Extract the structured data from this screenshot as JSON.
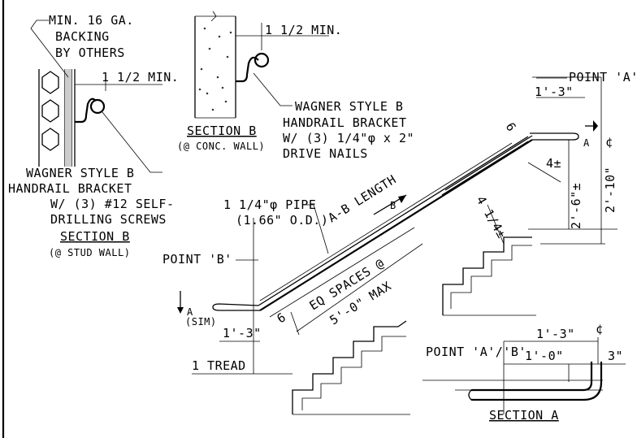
{
  "stud_wall_detail": {
    "backing_line1": "MIN. 16 GA.",
    "backing_line2": "BACKING",
    "backing_line3": "BY OTHERS",
    "clearance": "1 1/2 MIN.",
    "bracket_line1": "WAGNER STYLE B",
    "bracket_line2": "HANDRAIL BRACKET",
    "bracket_line3": "W/ (3) #12 SELF-",
    "bracket_line4": "DRILLING SCREWS",
    "title": "SECTION B",
    "subtitle": "(@ STUD WALL)"
  },
  "concrete_wall_detail": {
    "clearance": "1 1/2 MIN.",
    "bracket_line1": "WAGNER STYLE B",
    "bracket_line2": "HANDRAIL BRACKET",
    "bracket_line3": "W/ (3) 1/4\"φ x 2\"",
    "bracket_line4": "DRIVE NAILS",
    "title": "SECTION B",
    "subtitle": "(@ CONC. WALL)"
  },
  "elevation": {
    "point_a": "POINT 'A'",
    "point_b": "POINT 'B'",
    "ab_length": "A-B LENGTH",
    "pipe_line1": "1 1/4\"φ PIPE",
    "pipe_line2": "(1.66\" O.D.)",
    "eq_spaces_line1": "EQ SPACES @",
    "eq_spaces_line2": "5'-0\" MAX",
    "dim_top_extension": "1'-3\"",
    "dim_bottom_extension": "1'-3\"",
    "dim_six_top": "6",
    "dim_six_bottom": "6",
    "dim_four_pm": "4±",
    "dim_four_quarter": "4 1/4±",
    "dim_height_1": "2'-6\"±",
    "dim_height_2": "2'-10\"",
    "section_mark_b": "B",
    "section_mark_a": "A",
    "section_mark_a_sim": "A",
    "sim_note": "(SIM)",
    "centerline": "¢",
    "one_tread": "1 TREAD"
  },
  "section_a": {
    "point_label": "POINT 'A'/'B'",
    "dim_overall": "1'-3\"",
    "dim_inner": "1'-0\"",
    "dim_return": "3\"",
    "centerline": "¢",
    "title": "SECTION A"
  }
}
